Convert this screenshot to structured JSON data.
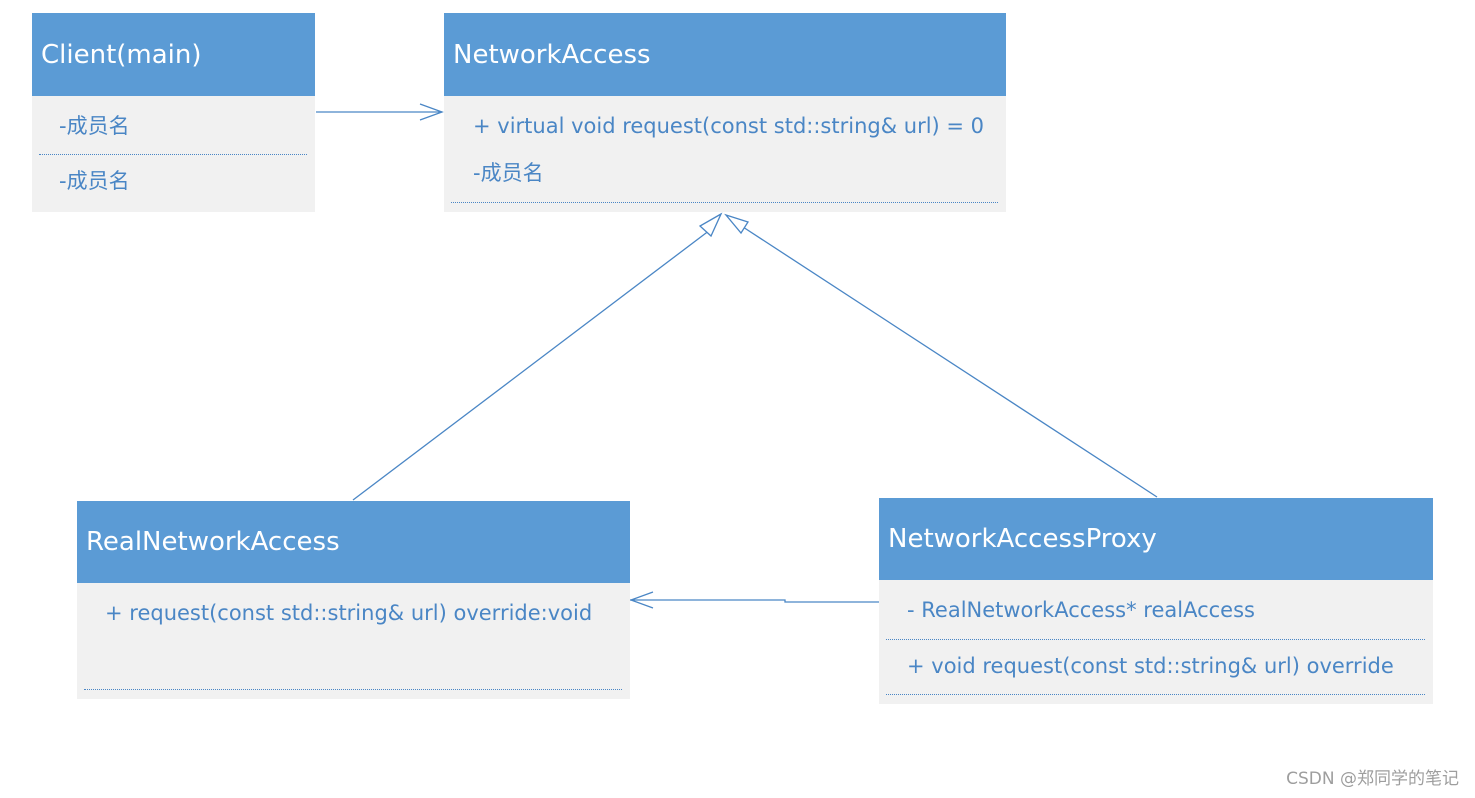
{
  "classes": {
    "client": {
      "name": "Client(main)",
      "members": [
        "-成员名",
        "-成员名"
      ]
    },
    "network_access": {
      "name": "NetworkAccess",
      "members": [
        "+ virtual void request(const std::string& url) = 0",
        "-成员名"
      ]
    },
    "real_network_access": {
      "name": "RealNetworkAccess",
      "members": [
        "+ request(const std::string& url) override:void"
      ]
    },
    "network_access_proxy": {
      "name": "NetworkAccessProxy",
      "members": [
        "- RealNetworkAccess* realAccess",
        "+  void request(const std::string& url) override"
      ]
    }
  },
  "relations": [
    {
      "from": "Client(main)",
      "to": "NetworkAccess",
      "kind": "association"
    },
    {
      "from": "RealNetworkAccess",
      "to": "NetworkAccess",
      "kind": "generalization"
    },
    {
      "from": "NetworkAccessProxy",
      "to": "NetworkAccess",
      "kind": "generalization"
    },
    {
      "from": "NetworkAccessProxy",
      "to": "RealNetworkAccess",
      "kind": "association"
    }
  ],
  "colors": {
    "header": "#5b9bd5",
    "body": "#f1f1f1",
    "member_text": "#4a86c5",
    "line": "#4a86c5"
  },
  "watermark": "CSDN @郑同学的笔记"
}
